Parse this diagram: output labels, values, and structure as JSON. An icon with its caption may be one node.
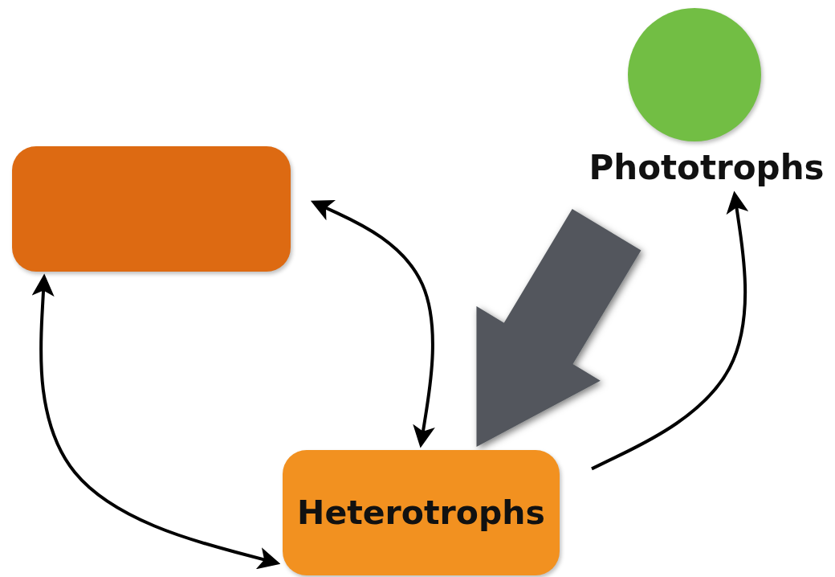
{
  "diagram": {
    "nodes": [
      {
        "text": [],
        "shape": "box"
      },
      {
        "text": [
          "Phototrophs"
        ]
      },
      {
        "text": [
          "Heterotrophs"
        ]
      }
    ],
    "edges": [
      {
        "from": 0,
        "to": 2,
        "arrow": "both"
      },
      {
        "from": 0,
        "to": 2,
        "arrow": "both"
      },
      {
        "from": 2,
        "to": 1,
        "arrow": "to"
      },
      {
        "from": null,
        "to": 2,
        "arrow": "to",
        "style": "thick",
        "color": "#52575d"
      }
    ]
  }
}
